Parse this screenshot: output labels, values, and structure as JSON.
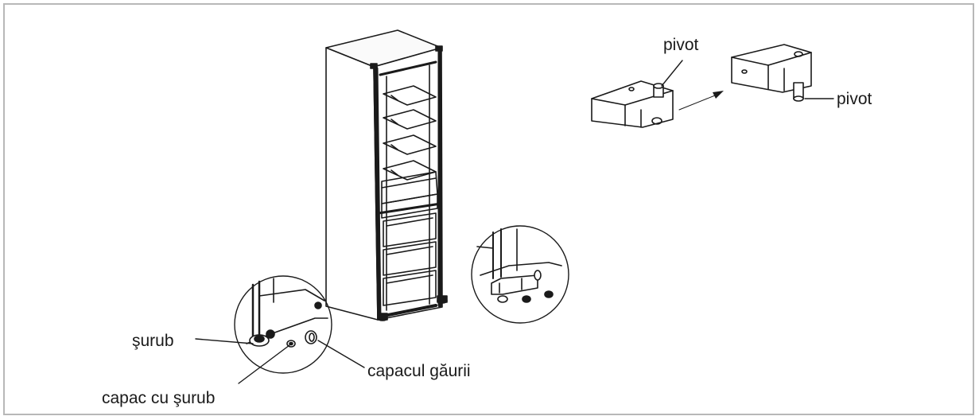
{
  "labels": {
    "screw": "şurub",
    "screw_cap": "capac cu şurub",
    "hole_cap": "capacul găurii",
    "pivot_left": "pivot",
    "pivot_right": "pivot"
  },
  "colors": {
    "line": "#1a1a1a",
    "frame": "#b8b8b8"
  }
}
